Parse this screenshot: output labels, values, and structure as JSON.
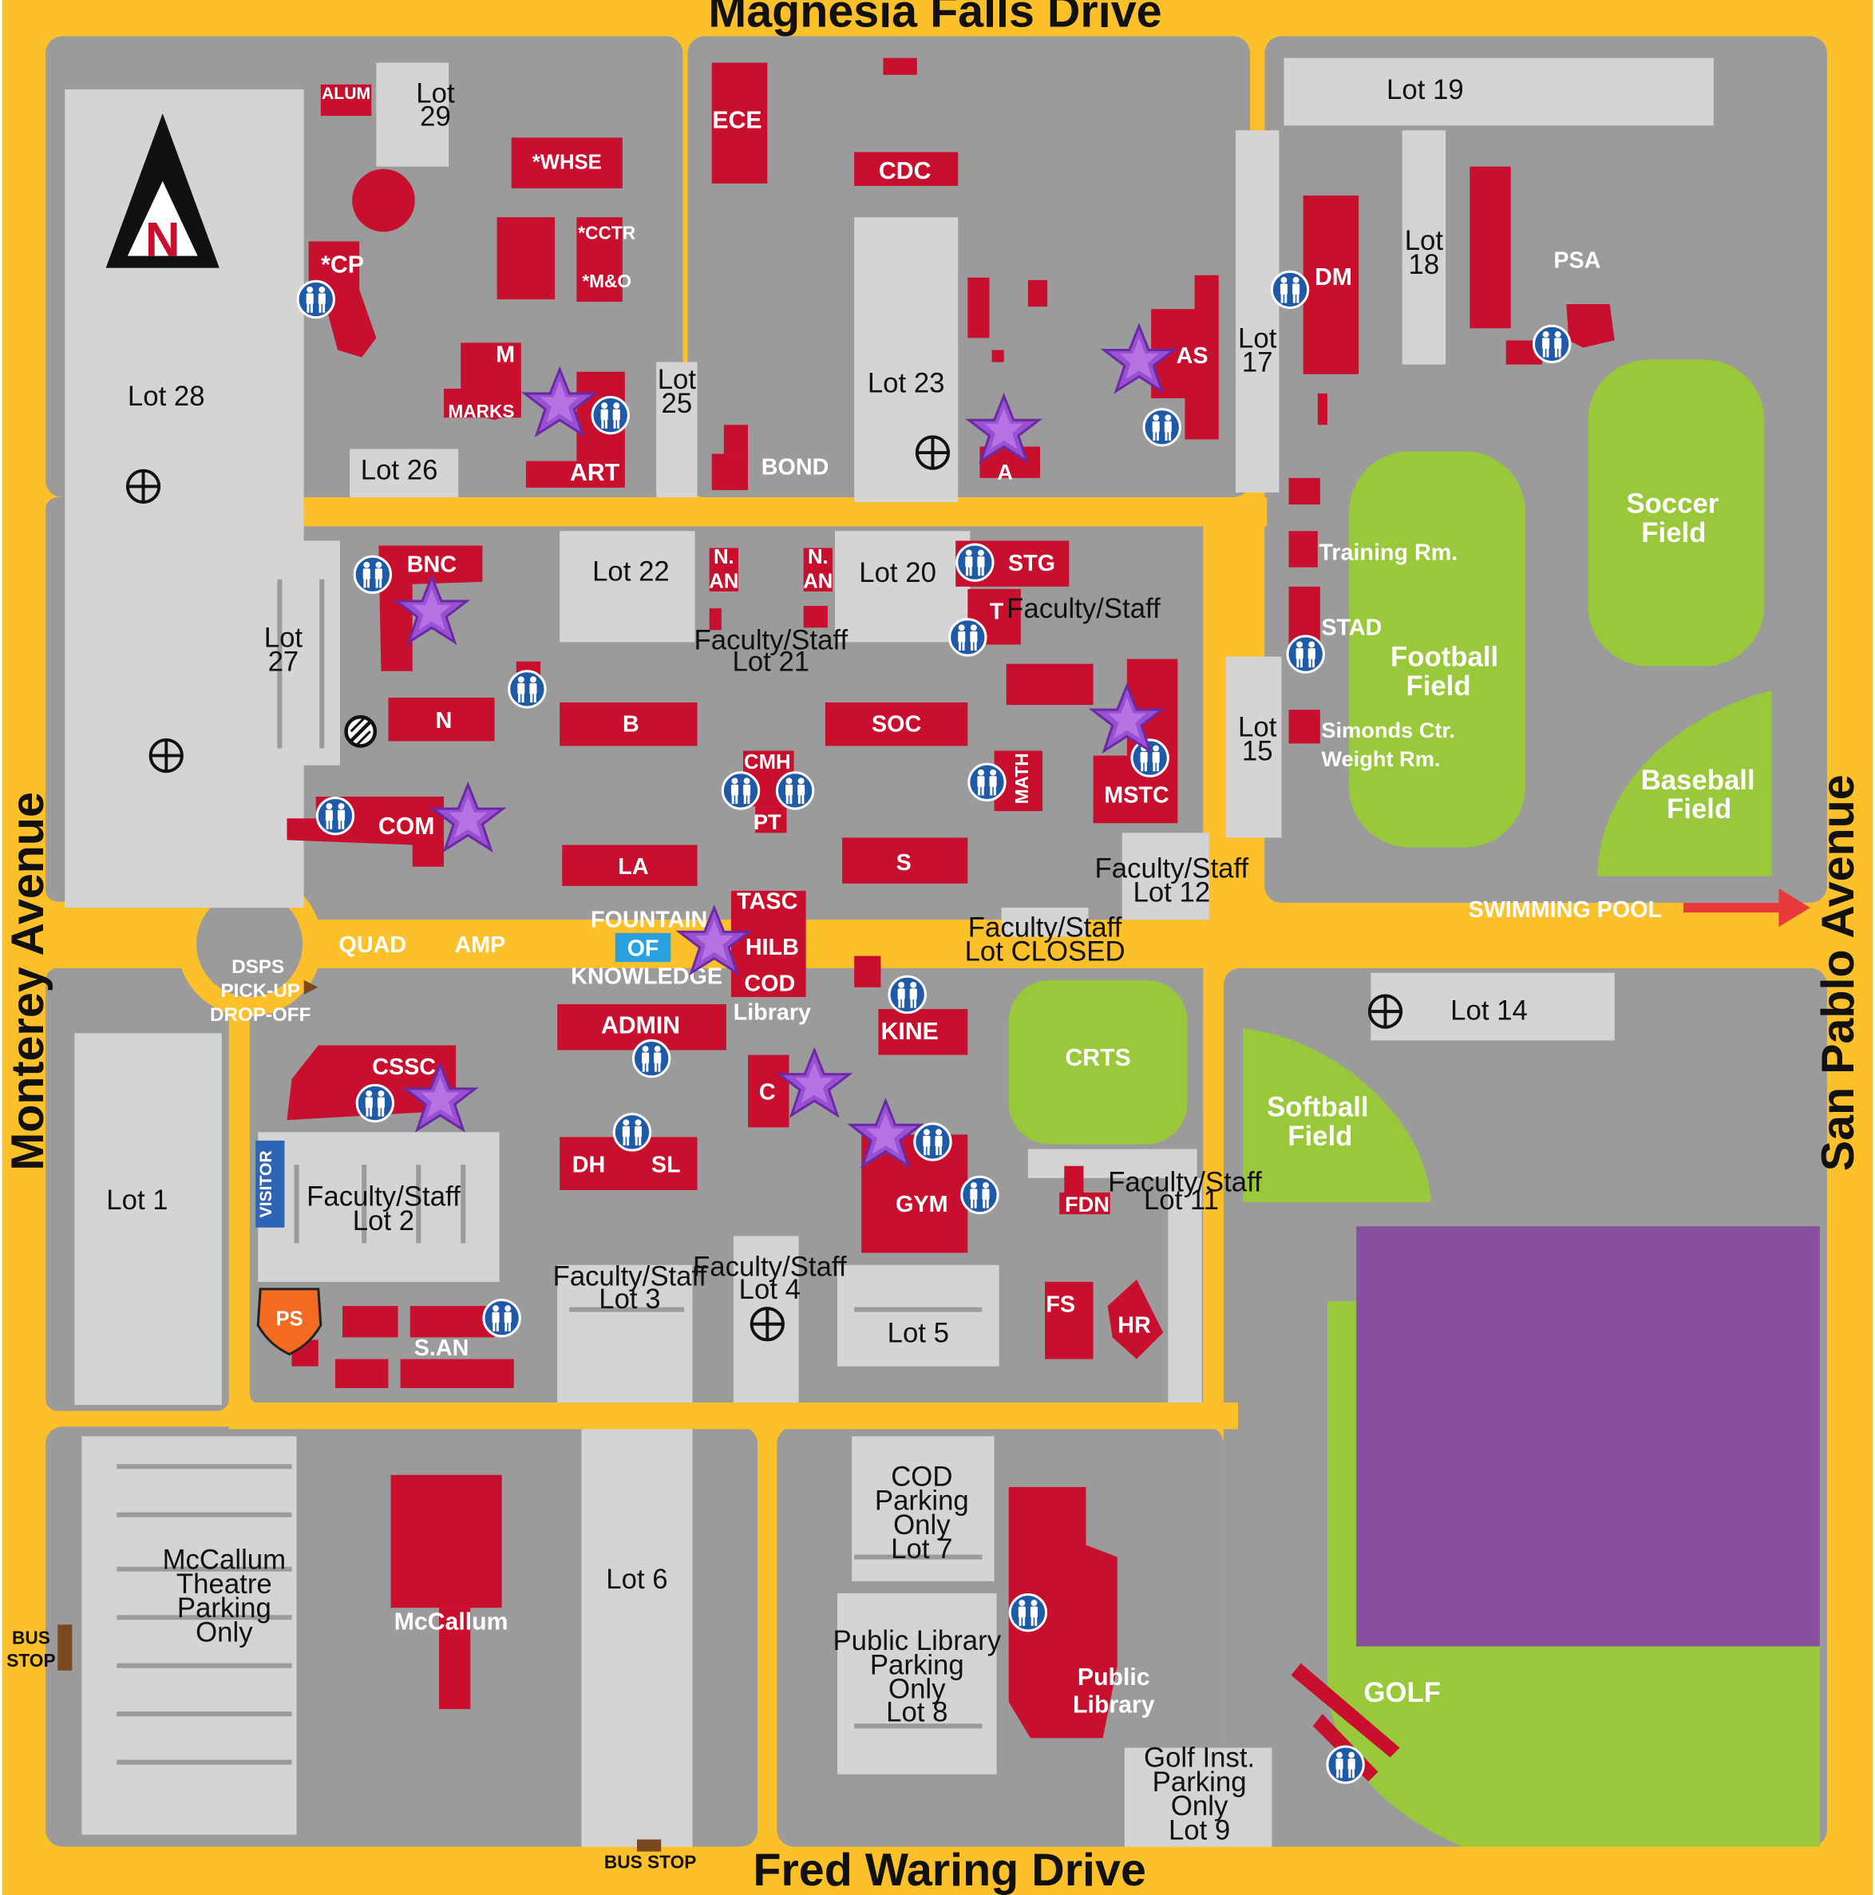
{
  "colors": {
    "road": "#FCC02A",
    "campus": "#9B9B9B",
    "lot": "#D4D4D4",
    "building": "#C8102E",
    "field": "#99C83B",
    "golf": "#884EA0",
    "star": "#9B4FD2",
    "restroom": "#1F5AA8",
    "info": "#2AA0E0",
    "police": "#F36A21",
    "visitor": "#2D64B3",
    "busstop": "#7A4A1E",
    "arrow": "#E83A3A"
  },
  "icons": [
    "north-arrow-icon",
    "restroom-icon",
    "star-icon",
    "emergency-phone-icon",
    "no-smoking-icon",
    "police-shield-icon",
    "arrow-right-icon"
  ],
  "compass": {
    "letter": "N"
  },
  "roads": {
    "north": "Magnesia Falls Drive",
    "south": "Fred Waring Drive",
    "west": "Monterey Avenue",
    "east": "San Pablo Avenue"
  },
  "buildings": {
    "alum": "ALUM",
    "cp": "*CP",
    "whse": "*WHSE",
    "cctr": "*CCTR",
    "mo": "*M&O",
    "ece": "ECE",
    "cdc": "CDC",
    "dm": "DM",
    "psa": "PSA",
    "m": "M",
    "marks": "MARKS",
    "art": "ART",
    "bond": "BOND",
    "a": "A",
    "as": "AS",
    "bnc": "BNC",
    "nan1_a": "N.",
    "nan1_b": "AN",
    "nan2_a": "N.",
    "nan2_b": "AN",
    "stg": "STG",
    "t": "T",
    "n": "N",
    "b": "B",
    "soc": "SOC",
    "cmh": "CMH",
    "pt": "PT",
    "math": "MATH",
    "mstc": "MSTC",
    "com": "COM",
    "la": "LA",
    "s": "S",
    "tasc": "TASC",
    "hilb": "HILB",
    "cod": "COD",
    "library": "Library",
    "admin": "ADMIN",
    "kine": "KINE",
    "cssc": "CSSC",
    "c": "C",
    "dh": "DH",
    "sl": "SL",
    "gym": "GYM",
    "fdn": "FDN",
    "fs": "FS",
    "hr": "HR",
    "san": "S.AN",
    "ps": "PS",
    "mccallum": "McCallum",
    "public_library_1": "Public",
    "public_library_2": "Library",
    "training": "Training Rm.",
    "stad": "STAD",
    "simonds_1": "Simonds Ctr.",
    "simonds_2": "Weight Rm."
  },
  "places": {
    "quad": "QUAD",
    "amp": "AMP",
    "fountain_1": "FOUNTAIN",
    "fountain_2": "OF",
    "fountain_3": "KNOWLEDGE",
    "dsps_1": "DSPS",
    "dsps_2": "PICK-UP",
    "dsps_3": "DROP-OFF",
    "swimming_pool": "SWIMMING POOL",
    "visitor": "VISITOR",
    "bus_stop_west_1": "BUS",
    "bus_stop_west_2": "STOP",
    "bus_stop_south": "BUS STOP"
  },
  "fields": {
    "soccer_1": "Soccer",
    "soccer_2": "Field",
    "football_1": "Football",
    "football_2": "Field",
    "baseball_1": "Baseball",
    "baseball_2": "Field",
    "crts": "CRTS",
    "softball_1": "Softball",
    "softball_2": "Field",
    "golf": "GOLF"
  },
  "lots": {
    "lot29_1": "Lot",
    "lot29_2": "29",
    "lot19": "Lot 19",
    "lot28": "Lot 28",
    "lot18_1": "Lot",
    "lot18_2": "18",
    "lot17_1": "Lot",
    "lot17_2": "17",
    "lot25_1": "Lot",
    "lot25_2": "25",
    "lot23": "Lot 23",
    "lot26": "Lot 26",
    "lot22": "Lot 22",
    "lot20": "Lot 20",
    "fs_tstg": "Faculty/Staff",
    "lot27_1": "Lot",
    "lot27_2": "27",
    "lot21_1": "Faculty/Staff",
    "lot21_2": "Lot 21",
    "lot15_1": "Lot",
    "lot15_2": "15",
    "lot12_1": "Faculty/Staff",
    "lot12_2": "Lot 12",
    "lotclosed_1": "Faculty/Staff",
    "lotclosed_2": "Lot CLOSED",
    "lot14": "Lot 14",
    "lot1": "Lot 1",
    "lot2_1": "Faculty/Staff",
    "lot2_2": "Lot 2",
    "lot11_1": "Faculty/Staff",
    "lot11_2": "Lot 11",
    "lot3_1": "Faculty/Staff",
    "lot3_2": "Lot 3",
    "lot4_1": "Faculty/Staff",
    "lot4_2": "Lot 4",
    "lot5": "Lot 5",
    "mccallum_lot_1": "McCallum",
    "mccallum_lot_2": "Theatre",
    "mccallum_lot_3": "Parking",
    "mccallum_lot_4": "Only",
    "lot6": "Lot 6",
    "lot7_1": "COD",
    "lot7_2": "Parking",
    "lot7_3": "Only",
    "lot7_4": "Lot 7",
    "lot8_1": "Public Library",
    "lot8_2": "Parking",
    "lot8_3": "Only",
    "lot8_4": "Lot 8",
    "lot9_1": "Golf Inst.",
    "lot9_2": "Parking",
    "lot9_3": "Only",
    "lot9_4": "Lot 9"
  }
}
